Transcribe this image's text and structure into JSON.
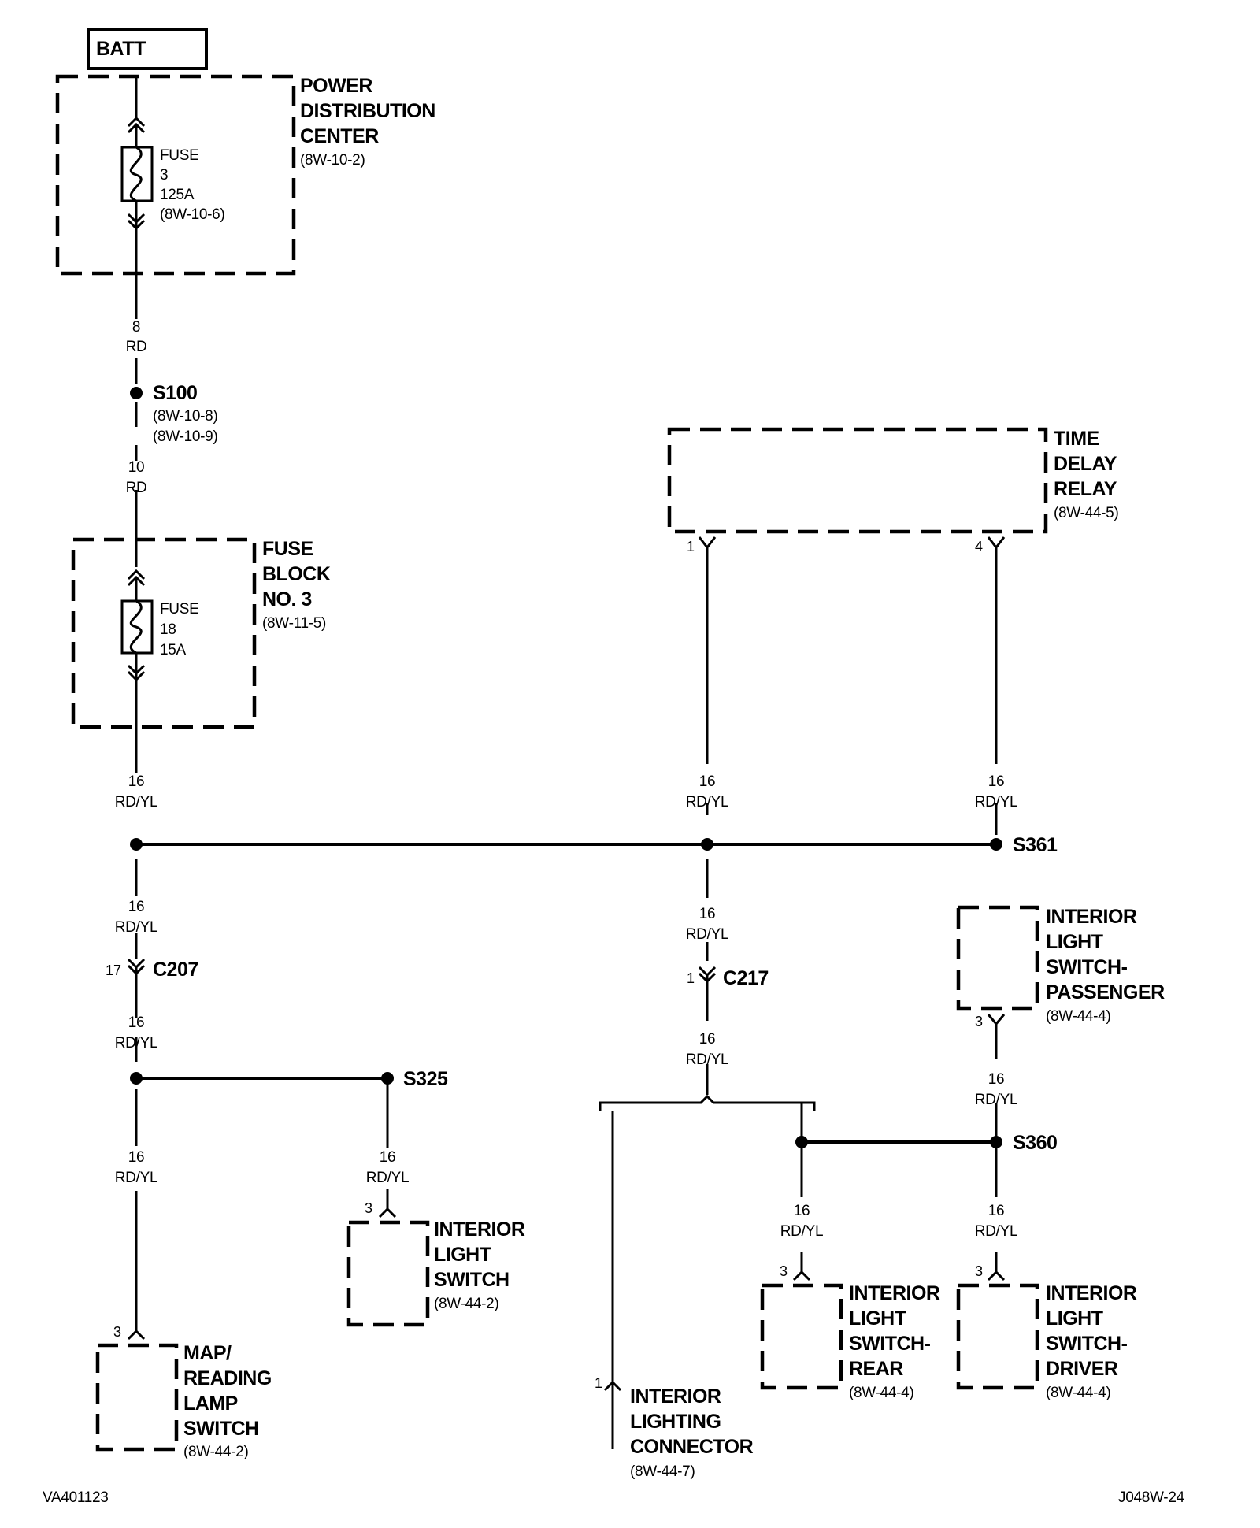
{
  "batt": "BATT",
  "pdc": {
    "lines": [
      "POWER",
      "DISTRIBUTION",
      "CENTER"
    ],
    "ref": "(8W-10-2)",
    "fuse": [
      "FUSE",
      "3",
      "125A",
      "(8W-10-6)"
    ]
  },
  "wire_batt_s100": [
    "8",
    "RD"
  ],
  "s100": {
    "name": "S100",
    "refs": [
      "(8W-10-8)",
      "(8W-10-9)"
    ]
  },
  "wire_s100_fb": [
    "10",
    "RD"
  ],
  "fuse_block": {
    "lines": [
      "FUSE",
      "BLOCK",
      "NO. 3"
    ],
    "ref": "(8W-11-5)",
    "fuse": [
      "FUSE",
      "18",
      "15A"
    ]
  },
  "time_delay_relay": {
    "lines": [
      "TIME",
      "DELAY",
      "RELAY"
    ],
    "ref": "(8W-44-5)",
    "pins": [
      "1",
      "4"
    ]
  },
  "wires": {
    "fb_out": [
      "16",
      "RD/YL"
    ],
    "tdr_pin1": [
      "16",
      "RD/YL"
    ],
    "tdr_pin4": [
      "16",
      "RD/YL"
    ],
    "left_down": [
      "16",
      "RD/YL"
    ],
    "c207_below": [
      "16",
      "RD/YL"
    ],
    "map_lamp": [
      "16",
      "RD/YL"
    ],
    "s325_down": [
      "16",
      "RD/YL"
    ],
    "mid_down": [
      "16",
      "RD/YL"
    ],
    "c217_below": [
      "16",
      "RD/YL"
    ],
    "passenger": [
      "16",
      "RD/YL"
    ],
    "rear": [
      "16",
      "RD/YL"
    ],
    "driver": [
      "16",
      "RD/YL"
    ]
  },
  "splices": {
    "s361": "S361",
    "s325": "S325",
    "s360": "S360"
  },
  "c207": {
    "name": "C207",
    "pin": "17"
  },
  "c217": {
    "name": "C217",
    "pin": "1"
  },
  "ils": {
    "lines": [
      "INTERIOR",
      "LIGHT",
      "SWITCH"
    ],
    "ref": "(8W-44-2)",
    "pin": "3"
  },
  "map_lamp_switch": {
    "lines": [
      "MAP/",
      "READING",
      "LAMP",
      "SWITCH"
    ],
    "ref": "(8W-44-2)",
    "pin": "3"
  },
  "ilc": {
    "lines": [
      "INTERIOR",
      "LIGHTING",
      "CONNECTOR"
    ],
    "ref": "(8W-44-7)",
    "pin": "1"
  },
  "ils_passenger": {
    "lines": [
      "INTERIOR",
      "LIGHT",
      "SWITCH-",
      "PASSENGER"
    ],
    "ref": "(8W-44-4)",
    "pin": "3"
  },
  "ils_rear": {
    "lines": [
      "INTERIOR",
      "LIGHT",
      "SWITCH-",
      "REAR"
    ],
    "ref": "(8W-44-4)",
    "pin": "3"
  },
  "ils_driver": {
    "lines": [
      "INTERIOR",
      "LIGHT",
      "SWITCH-",
      "DRIVER"
    ],
    "ref": "(8W-44-4)",
    "pin": "3"
  },
  "footer": {
    "left": "VA401123",
    "right": "J048W-24"
  }
}
